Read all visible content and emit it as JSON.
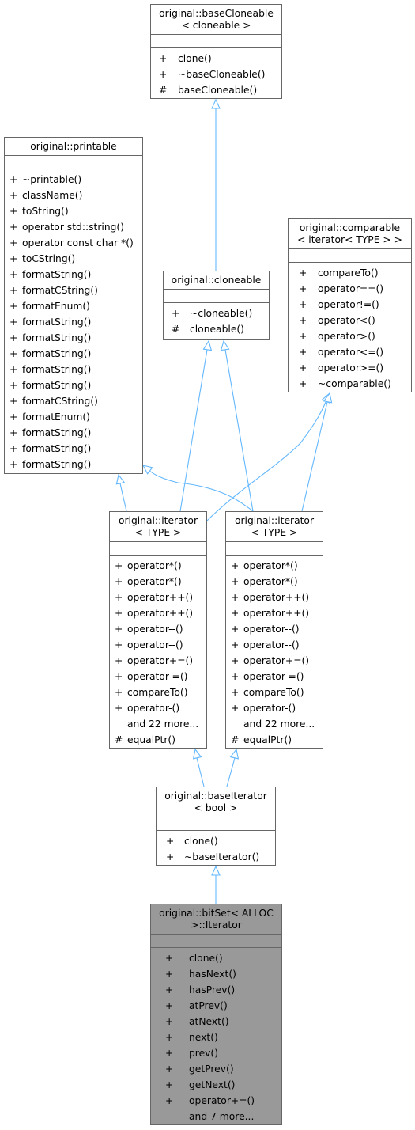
{
  "classes": {
    "baseCloneable": {
      "title": [
        "original::baseCloneable",
        "< cloneable >"
      ],
      "members": [
        {
          "vis": "+",
          "name": "clone()"
        },
        {
          "vis": "+",
          "name": "~baseCloneable()"
        },
        {
          "vis": "#",
          "name": "baseCloneable()"
        }
      ]
    },
    "printable": {
      "title": [
        "original::printable"
      ],
      "members": [
        {
          "vis": "+",
          "name": "~printable()"
        },
        {
          "vis": "+",
          "name": "className()"
        },
        {
          "vis": "+",
          "name": "toString()"
        },
        {
          "vis": "+",
          "name": "operator std::string()"
        },
        {
          "vis": "+",
          "name": "operator const char *()"
        },
        {
          "vis": "+",
          "name": "toCString()"
        },
        {
          "vis": "+",
          "name": "formatString()"
        },
        {
          "vis": "+",
          "name": "formatCString()"
        },
        {
          "vis": "+",
          "name": "formatEnum()"
        },
        {
          "vis": "+",
          "name": "formatString()"
        },
        {
          "vis": "+",
          "name": "formatString()"
        },
        {
          "vis": "+",
          "name": "formatString()"
        },
        {
          "vis": "+",
          "name": "formatString()"
        },
        {
          "vis": "+",
          "name": "formatString()"
        },
        {
          "vis": "+",
          "name": "formatCString()"
        },
        {
          "vis": "+",
          "name": "formatEnum()"
        },
        {
          "vis": "+",
          "name": "formatString()"
        },
        {
          "vis": "+",
          "name": "formatString()"
        },
        {
          "vis": "+",
          "name": "formatString()"
        }
      ]
    },
    "comparable": {
      "title": [
        "original::comparable",
        "< iterator< TYPE > >"
      ],
      "members": [
        {
          "vis": "+",
          "name": "compareTo()"
        },
        {
          "vis": "+",
          "name": "operator==()"
        },
        {
          "vis": "+",
          "name": "operator!=()"
        },
        {
          "vis": "+",
          "name": "operator<()"
        },
        {
          "vis": "+",
          "name": "operator>()"
        },
        {
          "vis": "+",
          "name": "operator<=()"
        },
        {
          "vis": "+",
          "name": "operator>=()"
        },
        {
          "vis": "+",
          "name": "~comparable()"
        }
      ]
    },
    "cloneable": {
      "title": [
        "original::cloneable"
      ],
      "members": [
        {
          "vis": "+",
          "name": "~cloneable()"
        },
        {
          "vis": "#",
          "name": "cloneable()"
        }
      ]
    },
    "iteratorLeft": {
      "title": [
        "original::iterator",
        "< TYPE >"
      ],
      "members": [
        {
          "vis": "+",
          "name": "operator*()"
        },
        {
          "vis": "+",
          "name": "operator*()"
        },
        {
          "vis": "+",
          "name": "operator++()"
        },
        {
          "vis": "+",
          "name": "operator++()"
        },
        {
          "vis": "+",
          "name": "operator--()"
        },
        {
          "vis": "+",
          "name": "operator--()"
        },
        {
          "vis": "+",
          "name": "operator+=()"
        },
        {
          "vis": "+",
          "name": "operator-=()"
        },
        {
          "vis": "+",
          "name": "compareTo()"
        },
        {
          "vis": "+",
          "name": "operator-()"
        },
        {
          "vis": "",
          "name": "and 22 more..."
        },
        {
          "vis": "#",
          "name": "equalPtr()"
        }
      ]
    },
    "iteratorRight": {
      "title": [
        "original::iterator",
        "< TYPE >"
      ],
      "members": [
        {
          "vis": "+",
          "name": "operator*()"
        },
        {
          "vis": "+",
          "name": "operator*()"
        },
        {
          "vis": "+",
          "name": "operator++()"
        },
        {
          "vis": "+",
          "name": "operator++()"
        },
        {
          "vis": "+",
          "name": "operator--()"
        },
        {
          "vis": "+",
          "name": "operator--()"
        },
        {
          "vis": "+",
          "name": "operator+=()"
        },
        {
          "vis": "+",
          "name": "operator-=()"
        },
        {
          "vis": "+",
          "name": "compareTo()"
        },
        {
          "vis": "+",
          "name": "operator-()"
        },
        {
          "vis": "",
          "name": "and 22 more..."
        },
        {
          "vis": "#",
          "name": "equalPtr()"
        }
      ]
    },
    "baseIterator": {
      "title": [
        "original::baseIterator",
        "< bool >"
      ],
      "members": [
        {
          "vis": "+",
          "name": "clone()"
        },
        {
          "vis": "+",
          "name": "~baseIterator()"
        }
      ]
    },
    "bitSetIterator": {
      "title": [
        "original::bitSet< ALLOC",
        ">::Iterator"
      ],
      "members": [
        {
          "vis": "+",
          "name": "clone()"
        },
        {
          "vis": "+",
          "name": "hasNext()"
        },
        {
          "vis": "+",
          "name": "hasPrev()"
        },
        {
          "vis": "+",
          "name": "atPrev()"
        },
        {
          "vis": "+",
          "name": "atNext()"
        },
        {
          "vis": "+",
          "name": "next()"
        },
        {
          "vis": "+",
          "name": "prev()"
        },
        {
          "vis": "+",
          "name": "getPrev()"
        },
        {
          "vis": "+",
          "name": "getNext()"
        },
        {
          "vis": "+",
          "name": "operator+=()"
        },
        {
          "vis": "",
          "name": "and 7 more..."
        }
      ]
    }
  },
  "colors": {
    "edge": "#63b8ff",
    "border": "#666666",
    "highlight_fill": "#999999"
  }
}
